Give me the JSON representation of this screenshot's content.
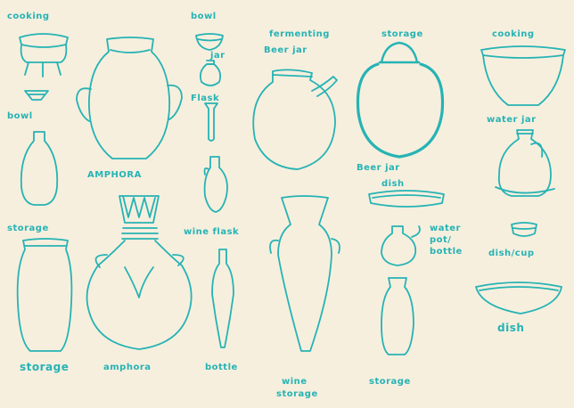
{
  "ink_color": "#26b3b4",
  "paper_color": "#f6efde",
  "labels": {
    "cooking_1": "cooking",
    "bowl_top": "bowl",
    "jar_small": "jar",
    "flask_small": "Flask",
    "fermenting": "fermenting",
    "beer_jar_1": "Beer jar",
    "storage_top": "storage",
    "cooking_2": "cooking",
    "bowl_left": "bowl",
    "amphora_1": "AMPHORA",
    "water_jar": "water jar",
    "beer_jar_2": "Beer jar",
    "dish_mid": "dish",
    "storage_left": "storage",
    "wine_flask": "wine flask",
    "water_pot_1": "water",
    "water_pot_2": "pot/",
    "water_pot_3": "bottle",
    "dish_cup": "dish/cup",
    "dish_right": "dish",
    "storage_bottom_left": "storage",
    "amphora_2": "amphora",
    "bottle": "bottle",
    "wine_storage_1": "wine",
    "wine_storage_2": "storage",
    "storage_bottom_mid": "storage"
  }
}
